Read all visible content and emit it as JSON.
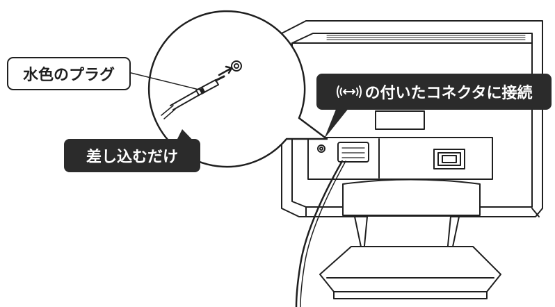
{
  "callouts": {
    "plug_label": "水色のプラグ",
    "insert_label": "差し込むだけ",
    "connector_label": "の付いたコネクタに接続"
  },
  "icons": {
    "audio_connector_symbol": "audio-line-in-icon"
  },
  "colors": {
    "line": "#1f1f1f",
    "callout_dark": "#2b2b2b",
    "callout_light": "#ffffff"
  }
}
